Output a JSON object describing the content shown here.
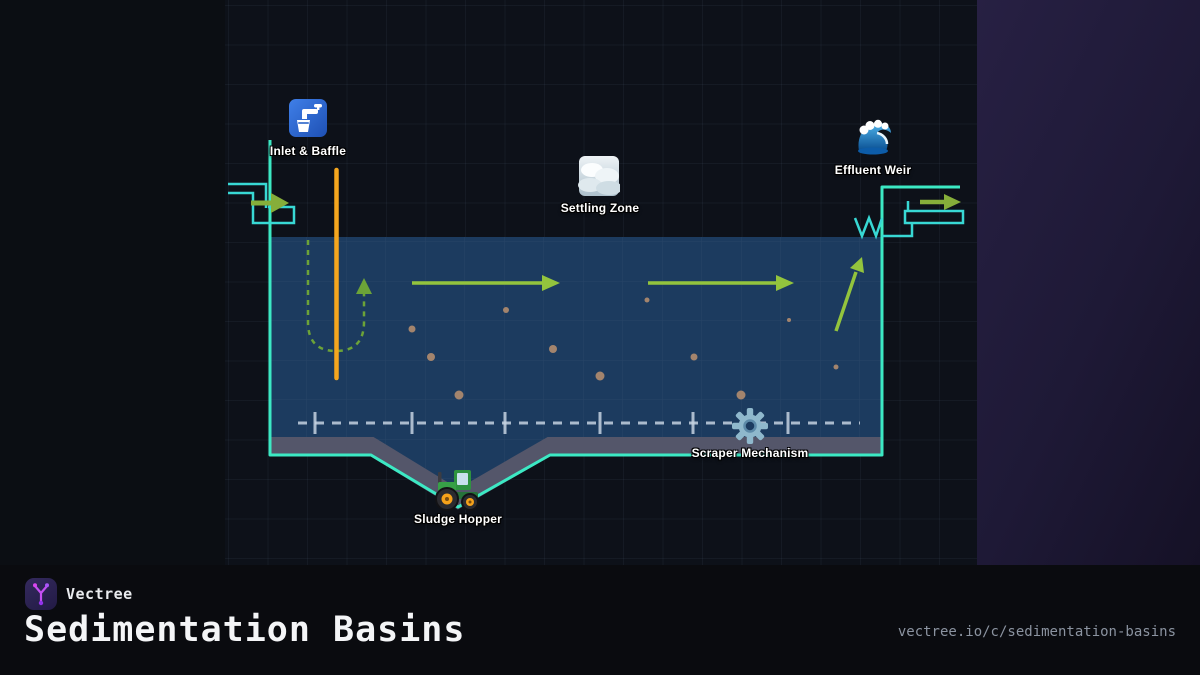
{
  "diagram": {
    "nodes": [
      {
        "id": "inlet-baffle",
        "label": "Inlet & Baffle",
        "icon": "faucet-icon"
      },
      {
        "id": "settling-zone",
        "label": "Settling Zone",
        "icon": "fog-icon"
      },
      {
        "id": "effluent-weir",
        "label": "Effluent Weir",
        "icon": "wave-icon"
      },
      {
        "id": "scraper-mechanism",
        "label": "Scraper Mechanism",
        "icon": "gear-icon"
      },
      {
        "id": "sludge-hopper",
        "label": "Sludge Hopper",
        "icon": "tractor-icon"
      }
    ],
    "colors": {
      "tank_outline": "#3ce9c4",
      "pipe_outline": "#38d8d4",
      "water": "#1c3b5f",
      "flow_arrow": "#93c43d",
      "inlet_arrow": "#86ae3a",
      "recirculation": "#6ca338",
      "baffle": "#f5a61e",
      "sludge_layer": "#54566a",
      "particles": "#a3846d",
      "scraper_chain": "#c4d2e0"
    }
  },
  "footer": {
    "brand": "Vectree",
    "title": "Sedimentation Basins",
    "url": "vectree.io/c/sedimentation-basins",
    "accent": "#c44ff2"
  }
}
